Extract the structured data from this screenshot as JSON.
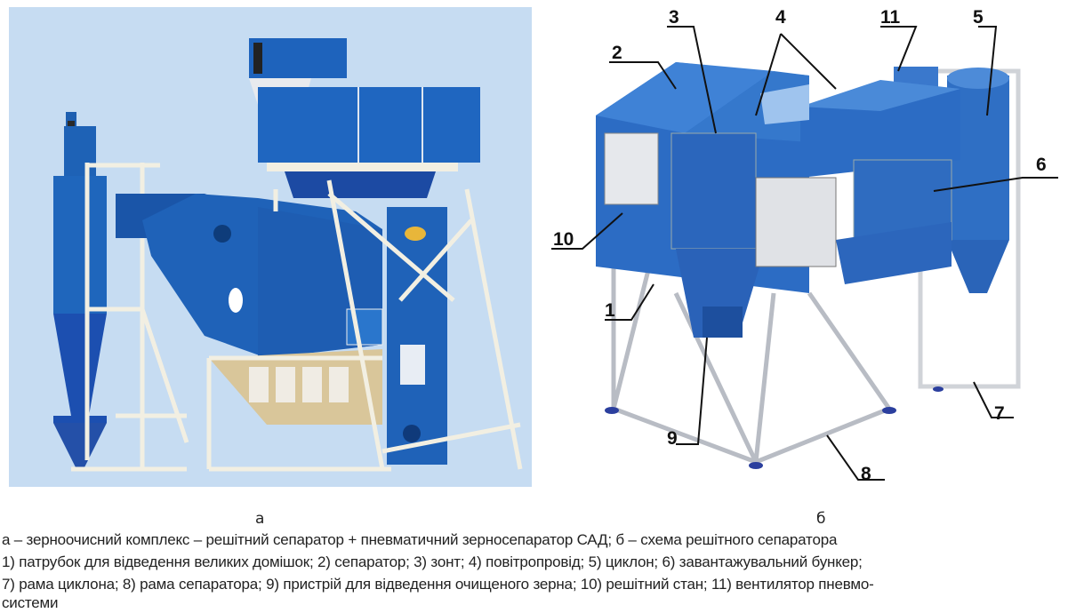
{
  "figure": {
    "panel_a_label": "а",
    "panel_b_label": "б",
    "callouts": [
      "1",
      "2",
      "3",
      "4",
      "5",
      "6",
      "7",
      "8",
      "9",
      "10",
      "11"
    ],
    "caption_line1": "а – зерноочисний комплекс – решітний сепаратор + пневматичний зерносепаратор САД; б – схема решітного сепаратора",
    "caption_line2": "1) патрубок для відведення великих домішок; 2) сепаратор; 3) зонт; 4) повітропровід; 5) циклон; 6) завантажувальний бункер;",
    "caption_line3": "7) рама циклона; 8) рама сепаратора; 9) пристрій для відведення очищеного зерна; 10) решітний стан; 11) вентилятор пневмо-",
    "caption_line4": "системи"
  },
  "colors": {
    "photo_bg": "#c6dcf2",
    "machine_blue": "#1f64b8",
    "frame": "#f2efe2",
    "scheme_blue": "#2f6fc4"
  }
}
